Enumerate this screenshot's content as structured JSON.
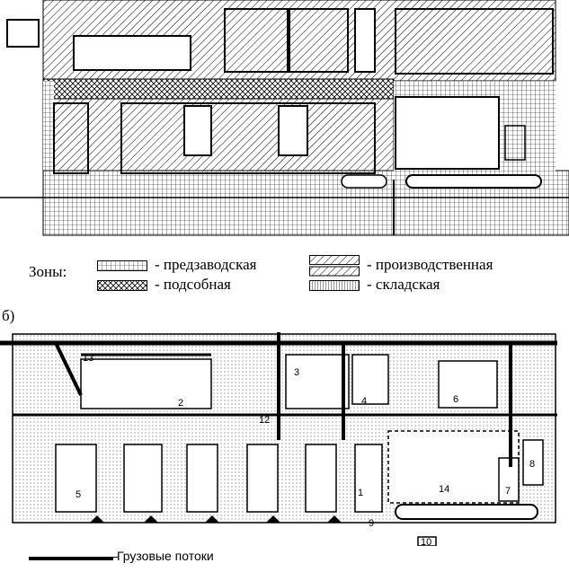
{
  "legend": {
    "zones_label": "Зоны:",
    "items": [
      {
        "key": "pre_factory",
        "label": "- предзаводская",
        "pattern": "grid"
      },
      {
        "key": "auxiliary",
        "label": "- подсобная",
        "pattern": "cross-hatch"
      },
      {
        "key": "production",
        "label": "- производственная",
        "pattern": "diagonal-hatch"
      },
      {
        "key": "warehouse",
        "label": "- складская",
        "pattern": "vertical-lines"
      }
    ]
  },
  "plan_b": {
    "label": "б)",
    "flow_legend": "Грузовые потоки",
    "building_numbers": [
      "1",
      "2",
      "3",
      "4",
      "5",
      "6",
      "7",
      "8",
      "9",
      "10",
      "12",
      "13",
      "14"
    ]
  },
  "colors": {
    "ink": "#000000",
    "background": "#ffffff",
    "dots": "#999999"
  }
}
